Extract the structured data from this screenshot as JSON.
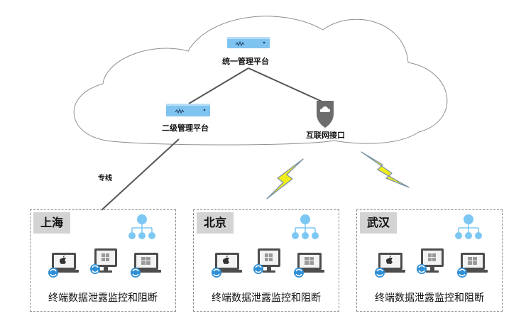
{
  "cloud": {
    "central_platform": "统一管理平台",
    "secondary_platform": "二级管理平台",
    "internet_gateway": "互联网接口"
  },
  "link_label": "专线",
  "sites": [
    {
      "name": "上海",
      "caption": "终端数据泄露监控和阻断"
    },
    {
      "name": "北京",
      "caption": "终端数据泄露监控和阻断"
    },
    {
      "name": "武汉",
      "caption": "终端数据泄露监控和阻断"
    }
  ],
  "colors": {
    "server": "#7fc4f0",
    "node": "#7cc7f4",
    "shield": "#6c6c6c",
    "lightning": "#f2ee1a",
    "site_tag": "#d3d3d3"
  },
  "icons": [
    "server-icon",
    "shield-cloud-icon",
    "lightning-icon",
    "org-chart-icon",
    "mac-laptop-icon",
    "windows-desktop-icon",
    "windows-laptop-icon"
  ]
}
